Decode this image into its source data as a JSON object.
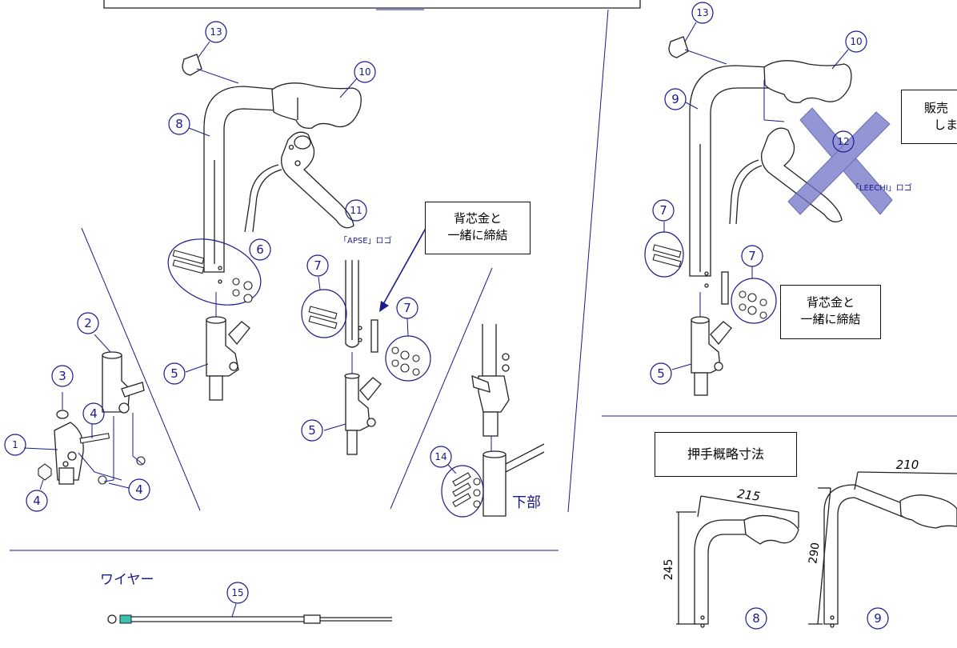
{
  "callouts": {
    "c1": "1",
    "c2": "2",
    "c3": "3",
    "c4": "4",
    "c5": "5",
    "c6": "6",
    "c7": "7",
    "c8": "8",
    "c9": "9",
    "c10": "10",
    "c11": "11",
    "c12": "12",
    "c13": "13",
    "c14": "14",
    "c15": "15"
  },
  "labels": {
    "apse_logo": "「APSE」ロゴ",
    "leechi_logo": "「LEECHI」ロゴ",
    "bottom_part": "下部",
    "wire_title": "ワイヤー",
    "back_bar_note_line1": "背芯金と",
    "back_bar_note_line2": "一緒に締結",
    "discontinued_line1": "販売",
    "discontinued_line2": "しま",
    "dimensions_title": "押手概略寸法"
  },
  "dimensions": {
    "handle8_width": "215",
    "handle8_height": "245",
    "handle8_label": "8",
    "handle9_width": "210",
    "handle9_height": "290",
    "handle9_label": "9"
  },
  "colors": {
    "line": "#1a1a8c",
    "drawing": "#222222",
    "cross_fill": "#6f74c6",
    "wire_accent": "#3cc0b0"
  }
}
